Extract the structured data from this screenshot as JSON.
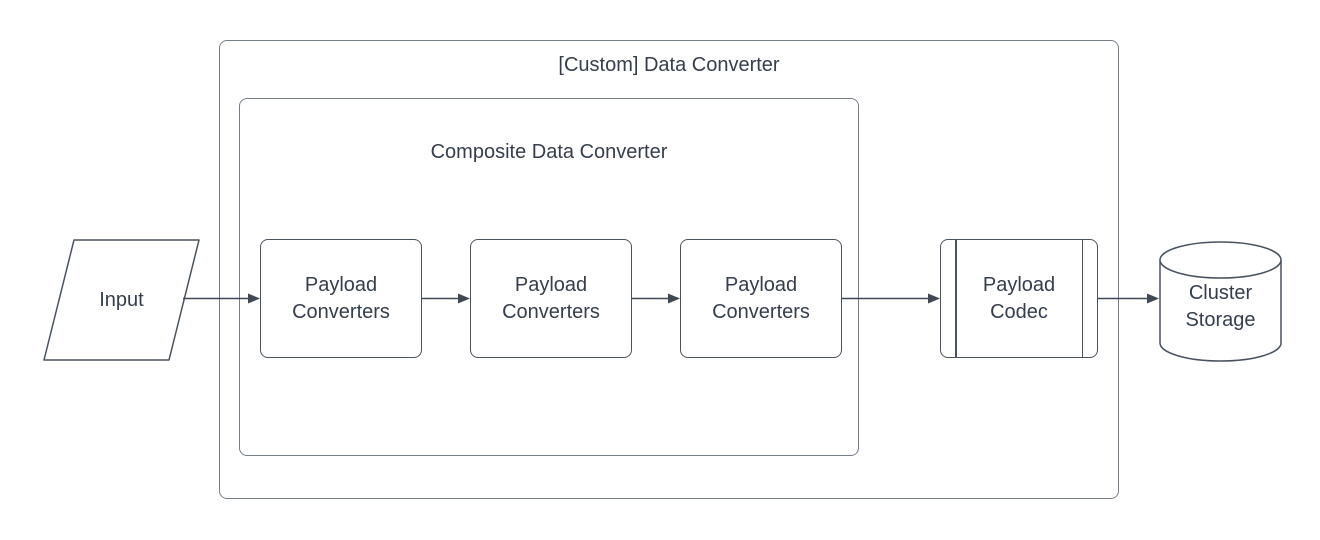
{
  "diagram": {
    "type": "flowchart",
    "containers": {
      "custom_data_converter": {
        "title": "[Custom] Data Converter"
      },
      "composite_data_converter": {
        "title": "Composite Data Converter"
      }
    },
    "nodes": {
      "input": {
        "label": "Input",
        "shape": "parallelogram"
      },
      "payload_converter_1": {
        "label": "Payload Converters",
        "shape": "rounded-rectangle"
      },
      "payload_converter_2": {
        "label": "Payload Converters",
        "shape": "rounded-rectangle"
      },
      "payload_converter_3": {
        "label": "Payload Converters",
        "shape": "rounded-rectangle"
      },
      "payload_codec": {
        "label": "Payload Codec",
        "shape": "predefined-process"
      },
      "cluster_storage": {
        "label": "Cluster Storage",
        "shape": "cylinder"
      }
    },
    "edges": [
      {
        "from": "input",
        "to": "payload_converter_1"
      },
      {
        "from": "payload_converter_1",
        "to": "payload_converter_2"
      },
      {
        "from": "payload_converter_2",
        "to": "payload_converter_3"
      },
      {
        "from": "payload_converter_3",
        "to": "payload_codec"
      },
      {
        "from": "payload_codec",
        "to": "cluster_storage"
      }
    ],
    "colors": {
      "background": "#ffffff",
      "shape_stroke": "#49525f",
      "container_stroke": "#767e8a",
      "arrow": "#3f4855",
      "text": "#353e4c"
    }
  }
}
